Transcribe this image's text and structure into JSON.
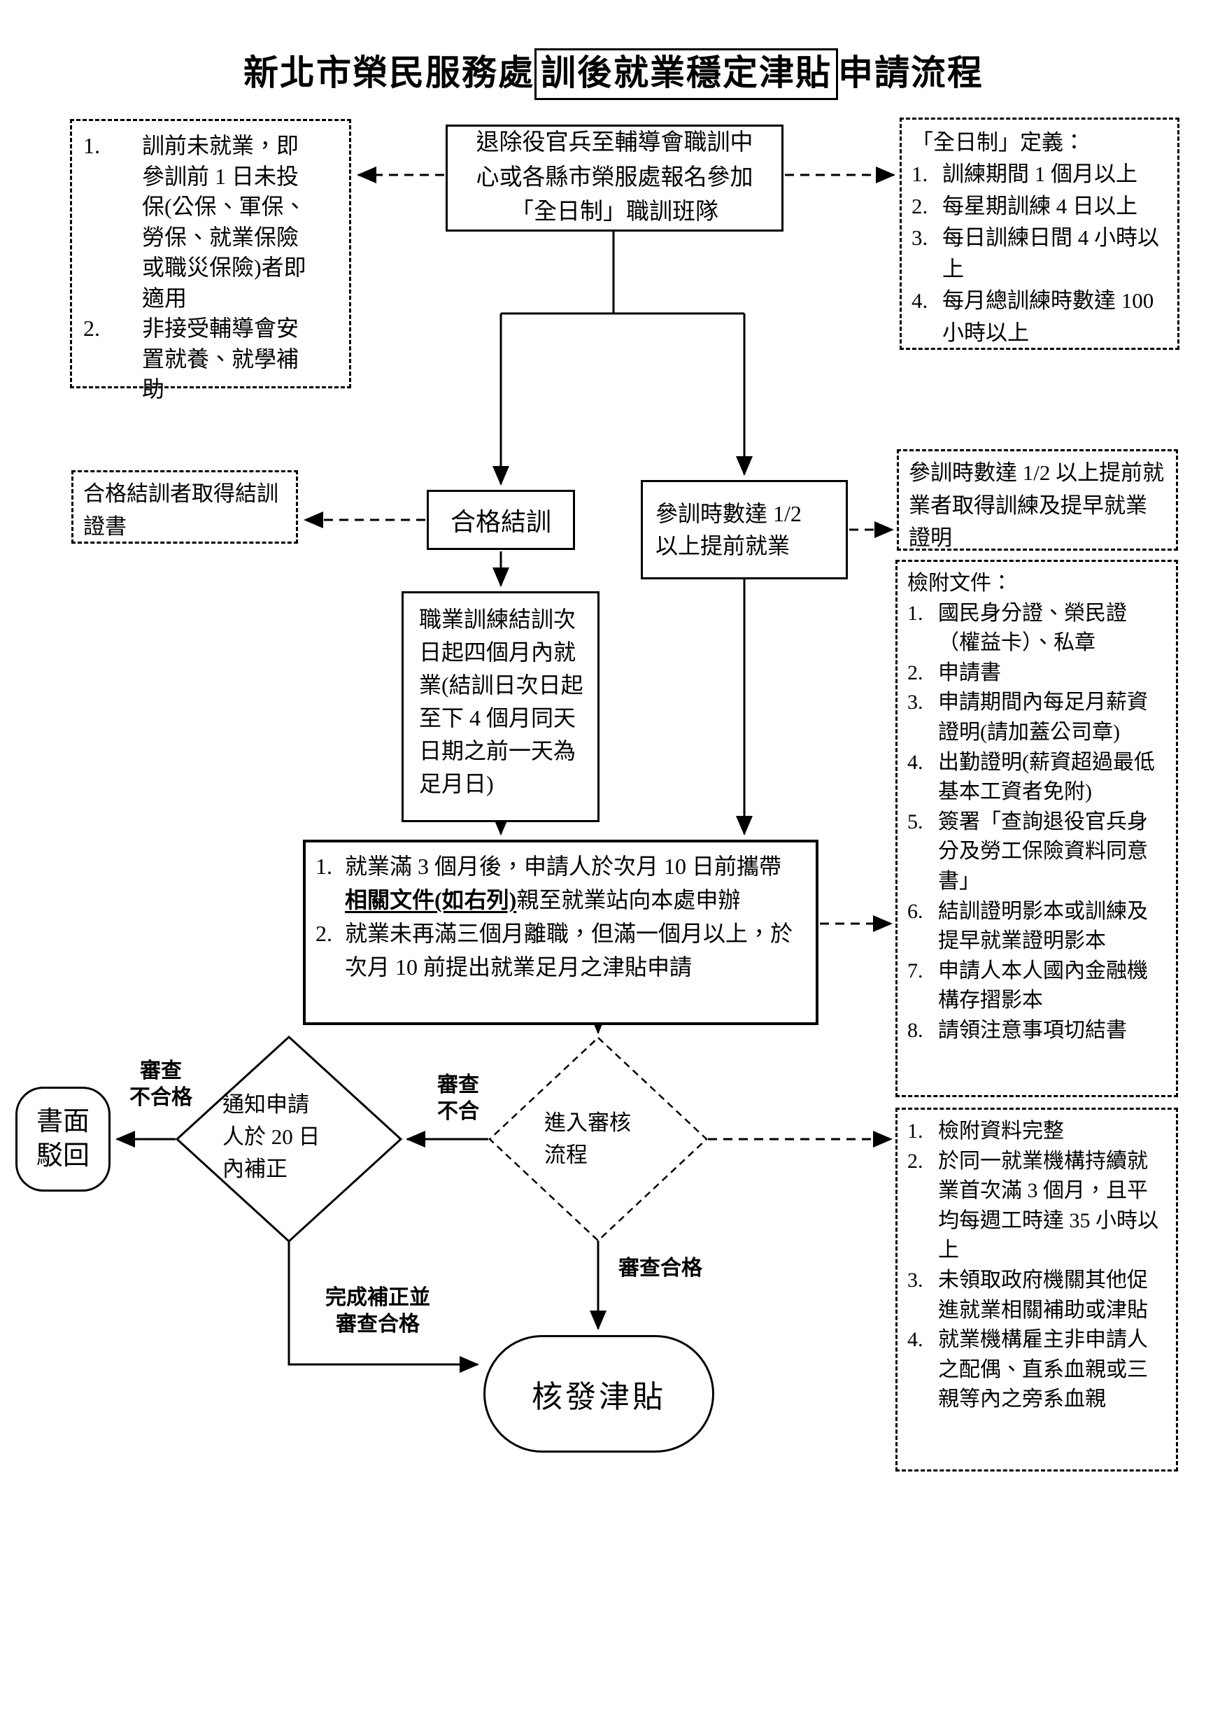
{
  "title": {
    "prefix": "新北市榮民服務處",
    "boxed": "訓後就業穩定津貼",
    "suffix": "申請流程"
  },
  "boxes": {
    "pretrain_note": {
      "items": [
        {
          "n": "1.",
          "text": "訓前未就業，即參訓前 1 日未投保(公保、軍保、勞保、就業保險或職災保險)者即適用"
        },
        {
          "n": "2.",
          "text": "非接受輔導會安置就養、就學補助"
        }
      ]
    },
    "enroll": {
      "text": "退除役官兵至輔導會職訓中\n心或各縣市榮服處報名參加\n「全日制」職訓班隊"
    },
    "fulltime_def": {
      "heading": "「全日制」定義：",
      "items": [
        {
          "n": "1.",
          "text": "訓練期間 1 個月以上"
        },
        {
          "n": "2.",
          "text": "每星期訓練 4 日以上"
        },
        {
          "n": "3.",
          "text": "每日訓練日間 4 小時以上"
        },
        {
          "n": "4.",
          "text": "每月總訓練時數達 100 小時以上"
        }
      ]
    },
    "cert_note": {
      "text": "合格結訓者取得結訓證書"
    },
    "pass_training": {
      "text": "合格結訓"
    },
    "early_employ": {
      "text": "參訓時數達 1/2\n以上提前就業"
    },
    "early_cert_note": {
      "text": "參訓時數達 1/2 以上提前就業者取得訓練及提早就業證明"
    },
    "employment_window": {
      "text": "職業訓練結訓次日起四個月內就業(結訓日次日起至下 4 個月同天日期之前一天為足月日)"
    },
    "apply": {
      "item1": {
        "n": "1.",
        "pre": "就業滿 3 個月後，申請人於次月 10 日前攜帶",
        "em": "相關文件(如右列)",
        "post": "親至就業站向本處申辦"
      },
      "item2": {
        "n": "2.",
        "text": "就業未再滿三個月離職，但滿一個月以上，於次月 10 前提出就業足月之津貼申請"
      }
    },
    "documents": {
      "heading": "檢附文件：",
      "items": [
        {
          "n": "1.",
          "text": "國民身分證、榮民證（權益卡）、私章"
        },
        {
          "n": "2.",
          "text": "申請書"
        },
        {
          "n": "3.",
          "text": "申請期間內每足月薪資證明(請加蓋公司章)"
        },
        {
          "n": "4.",
          "text": "出勤證明(薪資超過最低基本工資者免附)"
        },
        {
          "n": "5.",
          "text": "簽署「查詢退役官兵身分及勞工保險資料同意書」"
        },
        {
          "n": "6.",
          "text": "結訓證明影本或訓練及提早就業證明影本"
        },
        {
          "n": "7.",
          "text": "申請人本人國內金融機構存摺影本"
        },
        {
          "n": "8.",
          "text": "請領注意事項切結書"
        }
      ]
    },
    "notify_correct": {
      "text": "通知申請\n人於 20 日\n內補正"
    },
    "review": {
      "text": "進入審核\n流程"
    },
    "reject": {
      "text": "書面\n駁回"
    },
    "grant": {
      "text": "核發津貼"
    },
    "approval_conditions": {
      "items": [
        {
          "n": "1.",
          "text": "檢附資料完整"
        },
        {
          "n": "2.",
          "text": "於同一就業機構持續就業首次滿 3 個月，且平均每週工時達 35 小時以上"
        },
        {
          "n": "3.",
          "text": "未領取政府機關其他促進就業相關補助或津貼"
        },
        {
          "n": "4.",
          "text": "就業機構雇主非申請人之配偶、直系血親或三親等內之旁系血親"
        }
      ]
    }
  },
  "labels": {
    "review_fail_full": "審查\n不合格",
    "review_fail": "審查\n不合",
    "review_pass": "審查合格",
    "corrected_pass": "完成補正並\n審查合格"
  }
}
